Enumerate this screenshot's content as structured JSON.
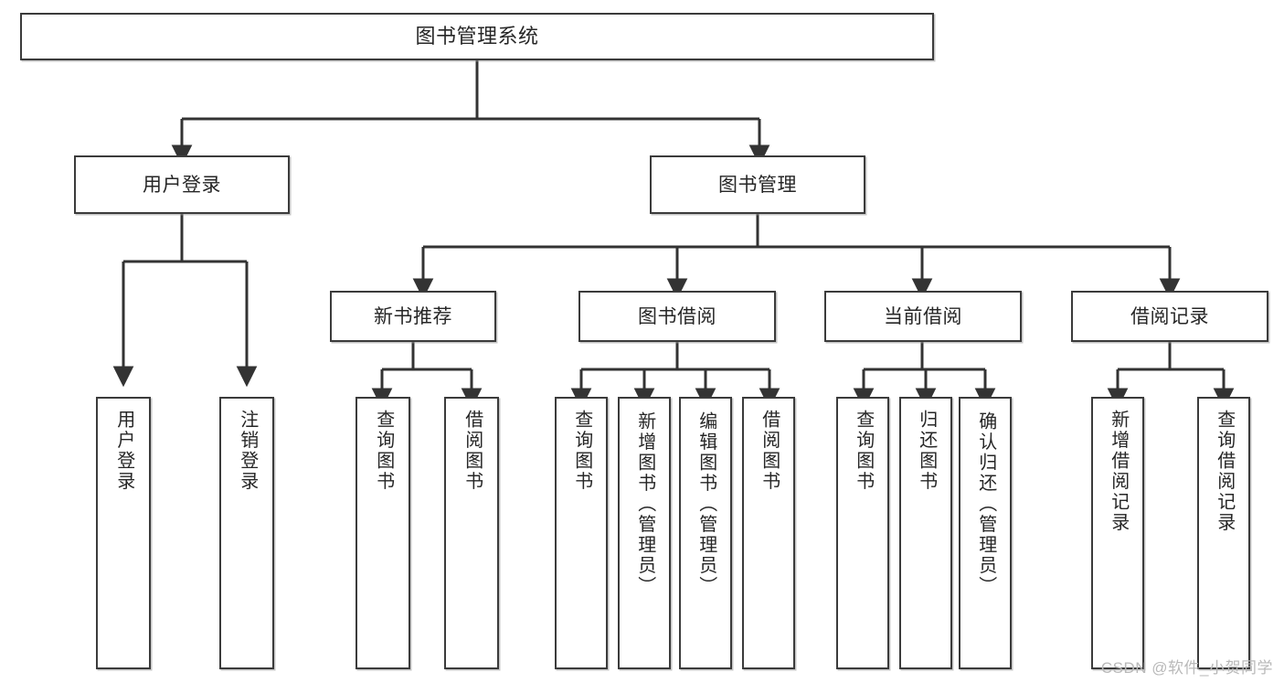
{
  "diagram": {
    "title": "图书管理系统",
    "type": "功能结构图",
    "watermark": "CSDN @软件_小贺同学",
    "colors": {
      "box_border": "#3b3b3b",
      "connector": "#333333",
      "background": "#ffffff",
      "text": "#262626",
      "watermark": "#b9b9b9"
    },
    "levels": {
      "root": {
        "label": "图书管理系统"
      },
      "level2": [
        {
          "id": "user-login",
          "label": "用户登录"
        },
        {
          "id": "book-manage",
          "label": "图书管理"
        }
      ],
      "level3": [
        {
          "id": "new-book-recommend",
          "label": "新书推荐",
          "parent": "book-manage"
        },
        {
          "id": "book-borrow",
          "label": "图书借阅",
          "parent": "book-manage"
        },
        {
          "id": "current-borrow",
          "label": "当前借阅",
          "parent": "book-manage"
        },
        {
          "id": "borrow-record",
          "label": "借阅记录",
          "parent": "book-manage"
        }
      ],
      "leaves": {
        "user-login": [
          {
            "id": "leaf-user-login",
            "label": "用户登录"
          },
          {
            "id": "leaf-user-logout",
            "label": "注销登录"
          }
        ],
        "new-book-recommend": [
          {
            "id": "leaf-query-book-1",
            "label": "查询图书"
          },
          {
            "id": "leaf-borrow-book-1",
            "label": "借阅图书"
          }
        ],
        "book-borrow": [
          {
            "id": "leaf-query-book-2",
            "label": "查询图书"
          },
          {
            "id": "leaf-add-book",
            "label": "新增图书（管理员）"
          },
          {
            "id": "leaf-edit-book",
            "label": "编辑图书（管理员）"
          },
          {
            "id": "leaf-borrow-book-2",
            "label": "借阅图书"
          }
        ],
        "current-borrow": [
          {
            "id": "leaf-query-book-3",
            "label": "查询图书"
          },
          {
            "id": "leaf-return-book",
            "label": "归还图书"
          },
          {
            "id": "leaf-confirm-return",
            "label": "确认归还（管理员）"
          }
        ],
        "borrow-record": [
          {
            "id": "leaf-add-record",
            "label": "新增借阅记录"
          },
          {
            "id": "leaf-query-record",
            "label": "查询借阅记录"
          }
        ]
      }
    }
  }
}
